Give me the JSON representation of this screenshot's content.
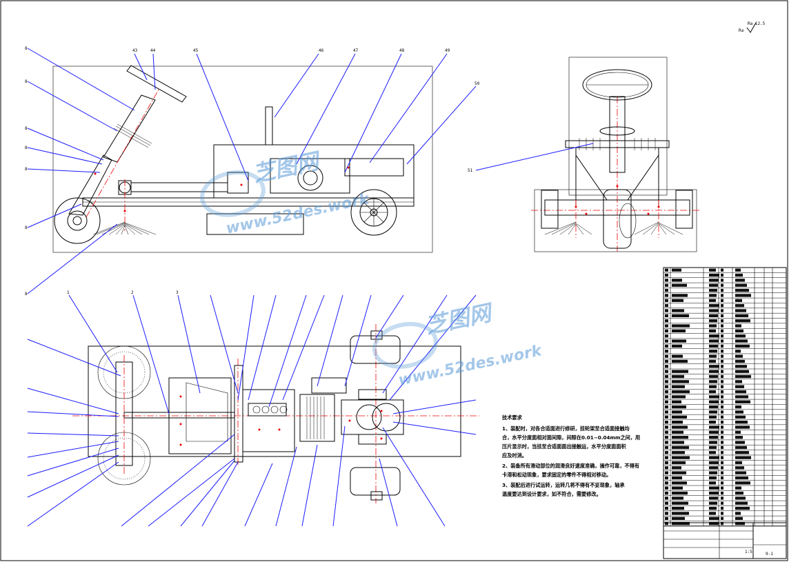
{
  "drawing": {
    "surface_mark": "Ra 12.5",
    "drawing_number": "9-1",
    "scale": "1:5",
    "callouts_side": [
      "43",
      "44",
      "45",
      "46",
      "47",
      "48",
      "49",
      "50"
    ],
    "callouts_front": [
      "51"
    ],
    "callouts_plan_top": [
      "1",
      "2",
      "3"
    ]
  },
  "notes": {
    "title": "技术要求",
    "lines": [
      "1、装配时，对各合适面进行修研，挂轮架至合适面接触均",
      "合，水平分度面相对面间隙，间隙在0.01~0.04mm之间，用",
      "压片显示时，当挂至合适面面出接触运，水平分度面面积",
      "应及时消。",
      "2、装备所有滑动部位的润滑良好速度准确，操作可靠，不得有",
      "卡滞和松动现象，要求固定的零件不得相对移动。",
      "3、装配后进行试运转，运转几将不得有不妥现象，轴承",
      "温度要达到设计要求，如不符合，需要修改。"
    ]
  },
  "watermarks": [
    {
      "title": "芝图网",
      "url": "www.52des.work"
    },
    {
      "title": "芝图网",
      "url": "www.52des.work"
    }
  ]
}
